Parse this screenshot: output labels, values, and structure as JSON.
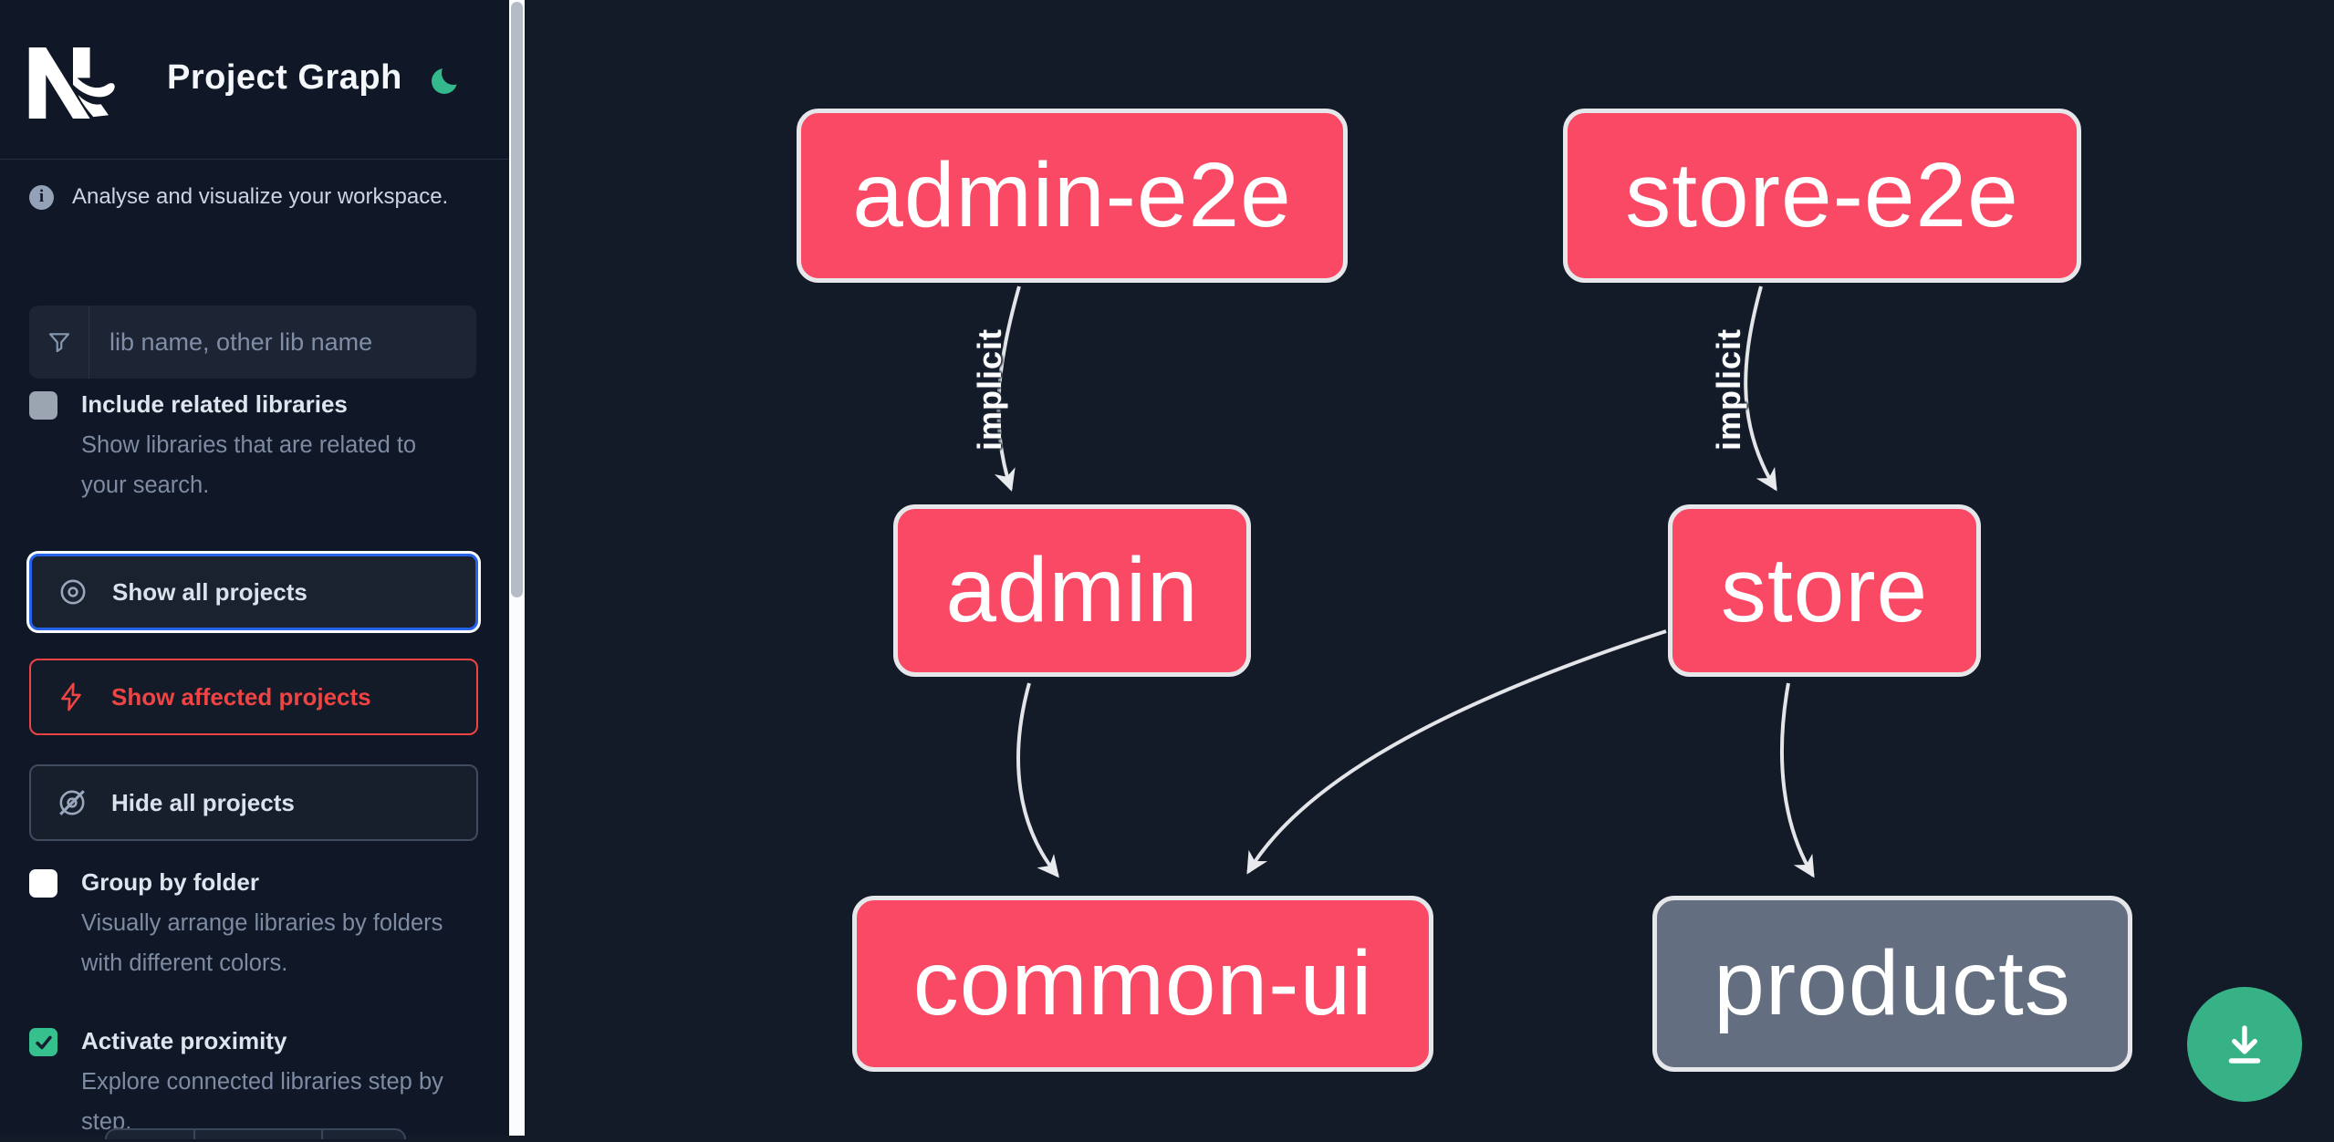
{
  "header": {
    "title": "Project Graph",
    "logo": "Nx",
    "theme_toggle_icon": "moon"
  },
  "sidebar": {
    "tagline": "Analyse and visualize your workspace.",
    "search": {
      "placeholder": "lib name, other lib name",
      "value": ""
    },
    "toggles": [
      {
        "label": "Include related libraries",
        "description": "Show libraries that are related to your search.",
        "checked": false,
        "enabled": false
      },
      {
        "label": "Group by folder",
        "description": "Visually arrange libraries by folders with different colors.",
        "checked": false,
        "enabled": true
      },
      {
        "label": "Activate proximity",
        "description": "Explore connected libraries step by step.",
        "checked": true,
        "enabled": true
      }
    ],
    "actions": [
      {
        "label": "Show all projects",
        "icon": "eye",
        "state": "focused"
      },
      {
        "label": "Show affected projects",
        "icon": "bolt",
        "state": "danger"
      },
      {
        "label": "Hide all projects",
        "icon": "eye-off",
        "state": "default"
      }
    ]
  },
  "graph": {
    "nodes": [
      {
        "id": "admin-e2e",
        "type": "affected"
      },
      {
        "id": "store-e2e",
        "type": "affected"
      },
      {
        "id": "admin",
        "type": "affected"
      },
      {
        "id": "store",
        "type": "affected"
      },
      {
        "id": "common-ui",
        "type": "affected"
      },
      {
        "id": "products",
        "type": "unaffected"
      }
    ],
    "edges": [
      {
        "source": "admin-e2e",
        "target": "admin",
        "label": "implicit"
      },
      {
        "source": "store-e2e",
        "target": "store",
        "label": "implicit"
      },
      {
        "source": "admin",
        "target": "common-ui",
        "label": ""
      },
      {
        "source": "store",
        "target": "common-ui",
        "label": ""
      },
      {
        "source": "store",
        "target": "products",
        "label": ""
      }
    ]
  },
  "fab": {
    "icon": "download"
  },
  "colors": {
    "sidebar_bg": "#101726",
    "canvas_bg": "#141b28",
    "node_affected": "#fa4965",
    "node_default": "#636e80",
    "node_border": "#e6e7ea",
    "edge": "#e3e5e9",
    "focus_blue": "#2563eb",
    "danger_red": "#ef4444",
    "accent_green": "#36b286",
    "checkbox_green": "#35c08e",
    "moon_green": "#33b98c"
  }
}
